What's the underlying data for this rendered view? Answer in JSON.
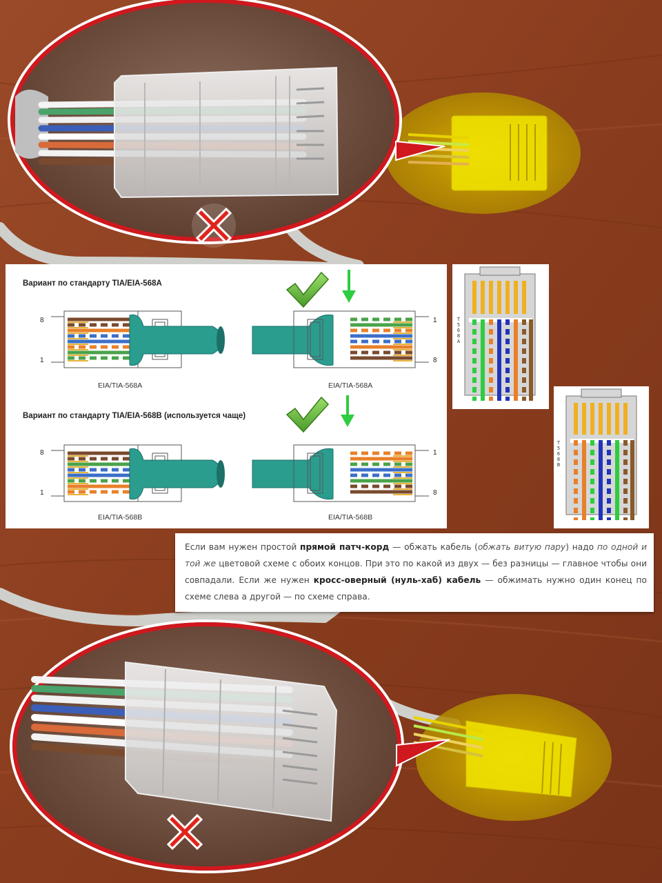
{
  "diagram": {
    "section_a_title": "Вариант по стандарту TIA/EIA-568A",
    "section_b_title": "Вариант по стандарту TIA/EIA-568B (используется чаще)",
    "caption_a_left": "EIA/TIA-568A",
    "caption_a_right": "EIA/TIA-568A",
    "caption_b_left": "EIA/TIA-568B",
    "caption_b_right": "EIA/TIA-568B",
    "pin_8": "8",
    "pin_1": "1",
    "cable_color": "#2a9d8f",
    "check_color": "#6abf3a",
    "arrow_color": "#2ecc40"
  },
  "pinout_a": {
    "label": "T568A"
  },
  "pinout_b": {
    "label": "T568B"
  },
  "info": {
    "p1": "Если вам нужен простой ",
    "b1": "прямой патч-корд",
    "p2": " — обжать кабель (",
    "i1": "обжать витую пару",
    "p3": ") надо ",
    "i2": "по одной и той же",
    "p4": " цветовой схеме с обоих концов. При это по какой из двух — без разницы — главное чтобы они совпадали. Если же нужен ",
    "b2": "кросс-оверный (нуль-хаб) кабель",
    "p5": " — обжимать нужно один конец по схеме слева а другой — по схеме справа."
  },
  "colors": {
    "wood": "#8a3e1f",
    "bubble_border": "#d0181e",
    "highlight": "#c9a400",
    "plug_yellow": "#f2e600",
    "cross_red": "#e0241d"
  }
}
